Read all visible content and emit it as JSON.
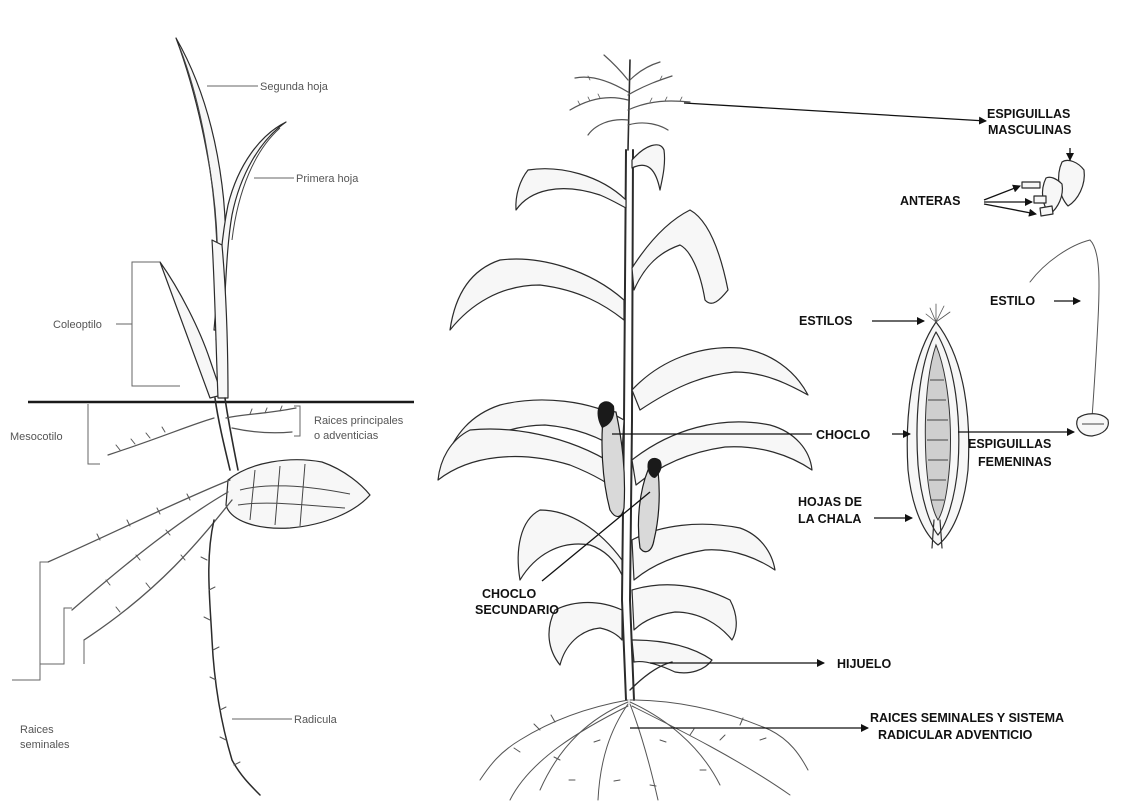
{
  "seedling": {
    "labels": {
      "segunda_hoja": "Segunda hoja",
      "primera_hoja": "Primera hoja",
      "coleoptilo": "Coleoptilo",
      "mesocotilo": "Mesocotilo",
      "raices_principales_1": "Raices principales",
      "raices_principales_2": "o adventicias",
      "raices_seminales_1": "Raices",
      "raices_seminales_2": "seminales",
      "radicula": "Radicula"
    }
  },
  "plant": {
    "labels": {
      "espiguillas_masculinas_1": "ESPIGUILLAS",
      "espiguillas_masculinas_2": "MASCULINAS",
      "anteras": "ANTERAS",
      "estilo": "ESTILO",
      "estilos": "ESTILOS",
      "choclo": "CHOCLO",
      "espiguillas_femeninas_1": "ESPIGUILLAS",
      "espiguillas_femeninas_2": "FEMENINAS",
      "hojas_chala_1": "HOJAS DE",
      "hojas_chala_2": "LA CHALA",
      "choclo_secundario_1": "CHOCLO",
      "choclo_secundario_2": "SECUNDARIO",
      "hijuelo": "HIJUELO",
      "raices_1": "RAICES SEMINALES Y SISTEMA",
      "raices_2": "RADICULAR ADVENTICIO"
    }
  }
}
